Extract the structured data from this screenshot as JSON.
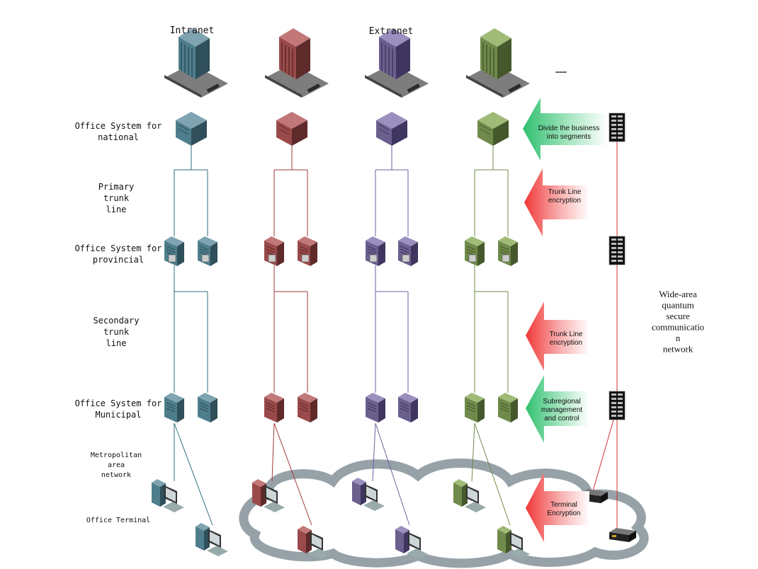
{
  "headers": {
    "intranet": "Intranet",
    "extranet": "Extranet",
    "more": "……"
  },
  "left_labels": [
    {
      "lines": [
        "Office System for",
        "national"
      ]
    },
    {
      "lines": [
        "Primary",
        "trunk",
        "line"
      ]
    },
    {
      "lines": [
        "Office System for",
        "provincial"
      ]
    },
    {
      "lines": [
        "Secondary",
        "trunk",
        "line"
      ]
    },
    {
      "lines": [
        "Office System for",
        "Municipal"
      ]
    },
    {
      "lines": [
        "Metropolitan",
        "area",
        "network"
      ]
    },
    {
      "lines": [
        "Office Terminal"
      ]
    }
  ],
  "arrows": [
    {
      "color": "green",
      "lines": [
        "Divide the business",
        "into segments"
      ]
    },
    {
      "color": "red",
      "lines": [
        "Trunk Line",
        "encryption"
      ]
    },
    {
      "color": "red",
      "lines": [
        "Trunk Line",
        "encryption"
      ]
    },
    {
      "color": "green",
      "lines": [
        "Subregional",
        "management",
        "and control"
      ]
    },
    {
      "color": "red",
      "lines": [
        "Terminal",
        "Encryption"
      ]
    }
  ],
  "right_label": {
    "lines": [
      "Wide-area",
      "quantum",
      "secure",
      "communicatio",
      "n",
      "network"
    ]
  },
  "columns": [
    {
      "name": "intranet-a",
      "color": "#4e7d8c",
      "light": "#7fa3b0",
      "dark": "#2f4f5a"
    },
    {
      "name": "intranet-b",
      "color": "#9a4a4a",
      "light": "#c27878",
      "dark": "#5e2a2a"
    },
    {
      "name": "extranet-a",
      "color": "#6b5f8e",
      "light": "#9a8fbe",
      "dark": "#3f3660"
    },
    {
      "name": "extranet-b",
      "color": "#6f8a4a",
      "light": "#9fbb77",
      "dark": "#45582c"
    }
  ],
  "line_colors": [
    "#2f6f7f",
    "#a03a3a",
    "#6f5fa0",
    "#6f8a4a"
  ],
  "quantum_line_color": "#d43030"
}
